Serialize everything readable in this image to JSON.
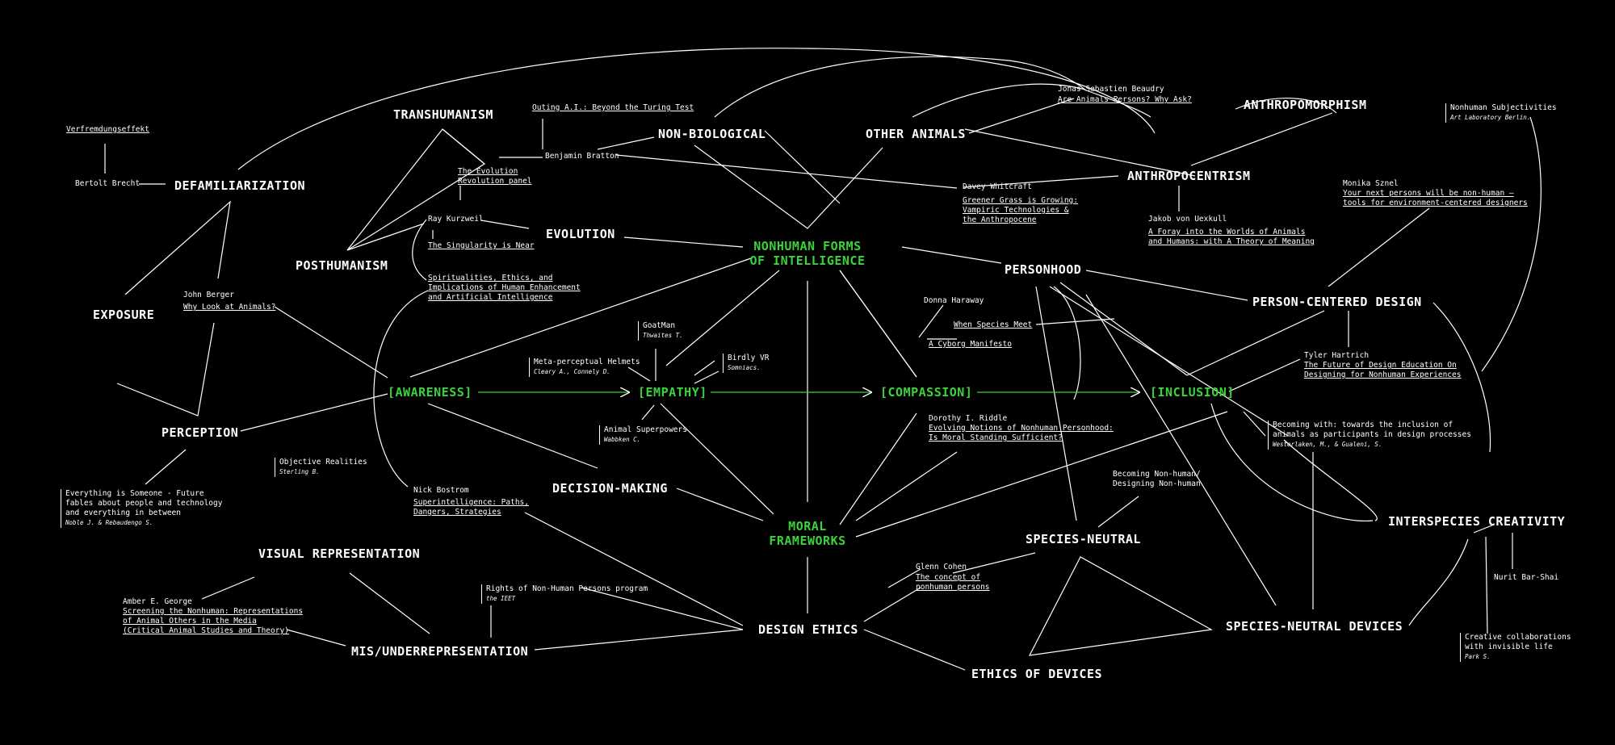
{
  "colors": {
    "background": "#000000",
    "text": "#ffffff",
    "accent": "#3bd23b"
  },
  "concepts": {
    "transhumanism": "TRANSHUMANISM",
    "defamiliarization": "DEFAMILIARIZATION",
    "posthumanism": "POSTHUMANISM",
    "exposure": "EXPOSURE",
    "perception": "PERCEPTION",
    "visual_representation": "VISUAL REPRESENTATION",
    "misrepresentation": "MIS/UNDERREPRESENTATION",
    "non_biological": "NON-BIOLOGICAL",
    "evolution": "EVOLUTION",
    "other_animals": "OTHER ANIMALS",
    "anthropomorphism": "ANTHROPOMORPHISM",
    "anthropocentrism": "ANTHROPOCENTRISM",
    "personhood": "PERSONHOOD",
    "person_centered_design": "PERSON-CENTERED DESIGN",
    "decision_making": "DECISION-MAKING",
    "design_ethics": "DESIGN ETHICS",
    "ethics_of_devices": "ETHICS OF DEVICES",
    "species_neutral": "SPECIES-NEUTRAL",
    "species_neutral_devices": "SPECIES-NEUTRAL DEVICES",
    "interspecies_creativity": "INTERSPECIES CREATIVITY"
  },
  "core": {
    "nonhuman_line1": "NONHUMAN FORMS",
    "nonhuman_line2": "OF INTELLIGENCE",
    "moral_line1": "MORAL",
    "moral_line2": "FRAMEWORKS",
    "awareness": "[AWARENESS]",
    "empathy": "[EMPATHY]",
    "compassion": "[COMPASSION]",
    "inclusion": "[INCLUSION]"
  },
  "refs": {
    "verfremdung": "Verfremdungseffekt",
    "brecht": "Bertolt Brecht",
    "outing_ai": "Outing A.I.: Beyond the Turing Test",
    "bratton": "Benjamin Bratton",
    "evo_panel_1": "The Evolution",
    "evo_panel_2": "Revolution panel",
    "kurzweil": "Ray Kurzweil",
    "singularity": "The Singularity is Near",
    "spirit_1": "Spiritualities, Ethics, and",
    "spirit_2": "Implications of Human Enhancement",
    "spirit_3": "and Artificial Intelligence",
    "berger": "John Berger",
    "why_look": "Why Look at Animals?",
    "goatman": "GoatMan",
    "goatman_a": "Thwaites T.",
    "meta_helmets": "Meta-perceptual Helmets",
    "meta_helmets_a": "Cleary A., Connely D.",
    "birdly": "Birdly VR",
    "birdly_a": "Somniacs.",
    "superpowers": "Animal Superpowers",
    "superpowers_a": "Wabbken C.",
    "objective": "Objective Realities",
    "objective_a": "Sterling B.",
    "everything_1": "Everything is Someone - Future",
    "everything_2": "fables about people and technology",
    "everything_3": "and everything in between",
    "everything_a": "Noble J. & Rebaudengo S.",
    "bostrom": "Nick Bostrom",
    "superint_1": "Superintelligence: Paths,",
    "superint_2": "Dangers, Strategies",
    "george": "Amber E. George",
    "screening_1": "Screening the Nonhuman: Representations",
    "screening_2": "of Animal Others in the Media",
    "screening_3": "(Critical Animal Studies and Theory)",
    "rights": "Rights of Non-Human Persons program",
    "rights_a": "the IEET",
    "beaudry": "Jonas-Sebastien Beaudry",
    "animals_persons": "Are Animals Persons? Why Ask?",
    "whitcraft": "Davey Whitcraft",
    "greener_1": "Greener Grass is Growing:",
    "greener_2": "Vampiric Technologies &",
    "greener_3": "the Anthropocene",
    "uexkull": "Jakob von Uexkull",
    "foray_1": "A Foray into the Worlds of Animals",
    "foray_2": "and Humans: with A Theory of Meaning",
    "subjectivities": "Nonhuman Subjectivities",
    "subjectivities_a": "Art Laboratory Berlin.",
    "sznel": "Monika Sznel",
    "next_persons_1": "Your next persons will be non-human —",
    "next_persons_2": "tools for environment-centered designers",
    "haraway": "Donna Haraway",
    "species_meet": "When Species Meet",
    "cyborg": "A Cyborg Manifesto",
    "hartrich": "Tyler Hartrich",
    "future_1": "The Future of Design Education On",
    "future_2": "Designing for Nonhuman Experiences",
    "riddle": "Dorothy I. Riddle",
    "evolving_1": "Evolving Notions of Nonhuman Personhood:",
    "evolving_2": "Is Moral Standing Sufficient?",
    "becoming_with_1": "Becoming with: towards the inclusion of",
    "becoming_with_2": "animals as participants in design processes",
    "becoming_with_a": "Westerlaken, M., & Gualeni, S.",
    "becoming_non_1": "Becoming Non-human/",
    "becoming_non_2": "Designing Non-human",
    "cohen": "Glenn Cohen",
    "concept_1": "The concept of",
    "concept_2": "nonhuman persons",
    "bar_shai": "Nurit Bar-Shai",
    "creative_1": "Creative collaborations",
    "creative_2": "with invisible life",
    "creative_a": "Park S."
  }
}
